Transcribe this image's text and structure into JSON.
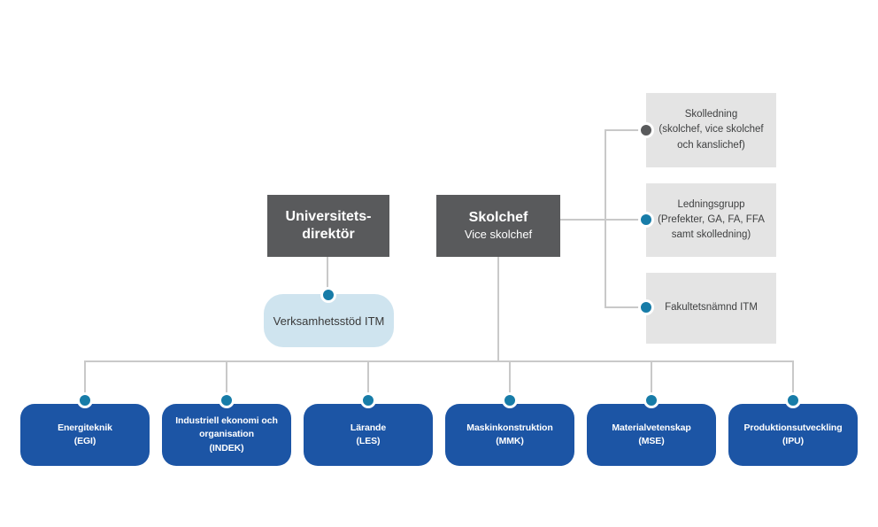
{
  "diagram": {
    "type": "org-chart",
    "colors": {
      "dark_box": "#595a5c",
      "light_gray_box": "#e4e4e4",
      "light_blue_box": "#cfe4ef",
      "department_blue": "#1c55a5",
      "teal_dot": "#177ca8",
      "gray_dot": "#595a5c",
      "connector_line": "#c9c9c9"
    },
    "nodes": {
      "universitetsdirektor": {
        "label": "Universitets-\ndirektör"
      },
      "skolchef": {
        "title": "Skolchef",
        "subtitle": "Vice skolchef"
      },
      "verksamhetsstod": {
        "label": "Verksamhetsstöd ITM"
      },
      "skolledning": {
        "label": "Skolledning\n(skolchef, vice skolchef\noch kanslichef)"
      },
      "ledningsgrupp": {
        "label": "Ledningsgrupp\n(Prefekter, GA, FA, FFA\nsamt skolledning)"
      },
      "fakultetsnamnd": {
        "label": "Fakultetsnämnd ITM"
      },
      "departments": [
        {
          "label": "Energiteknik\n(EGI)"
        },
        {
          "label": "Industriell ekonomi och\norganisation\n(INDEK)"
        },
        {
          "label": "Lärande\n(LES)"
        },
        {
          "label": "Maskinkonstruktion\n(MMK)"
        },
        {
          "label": "Materialvetenskap\n(MSE)"
        },
        {
          "label": "Produktionsutveckling\n(IPU)"
        }
      ]
    }
  }
}
